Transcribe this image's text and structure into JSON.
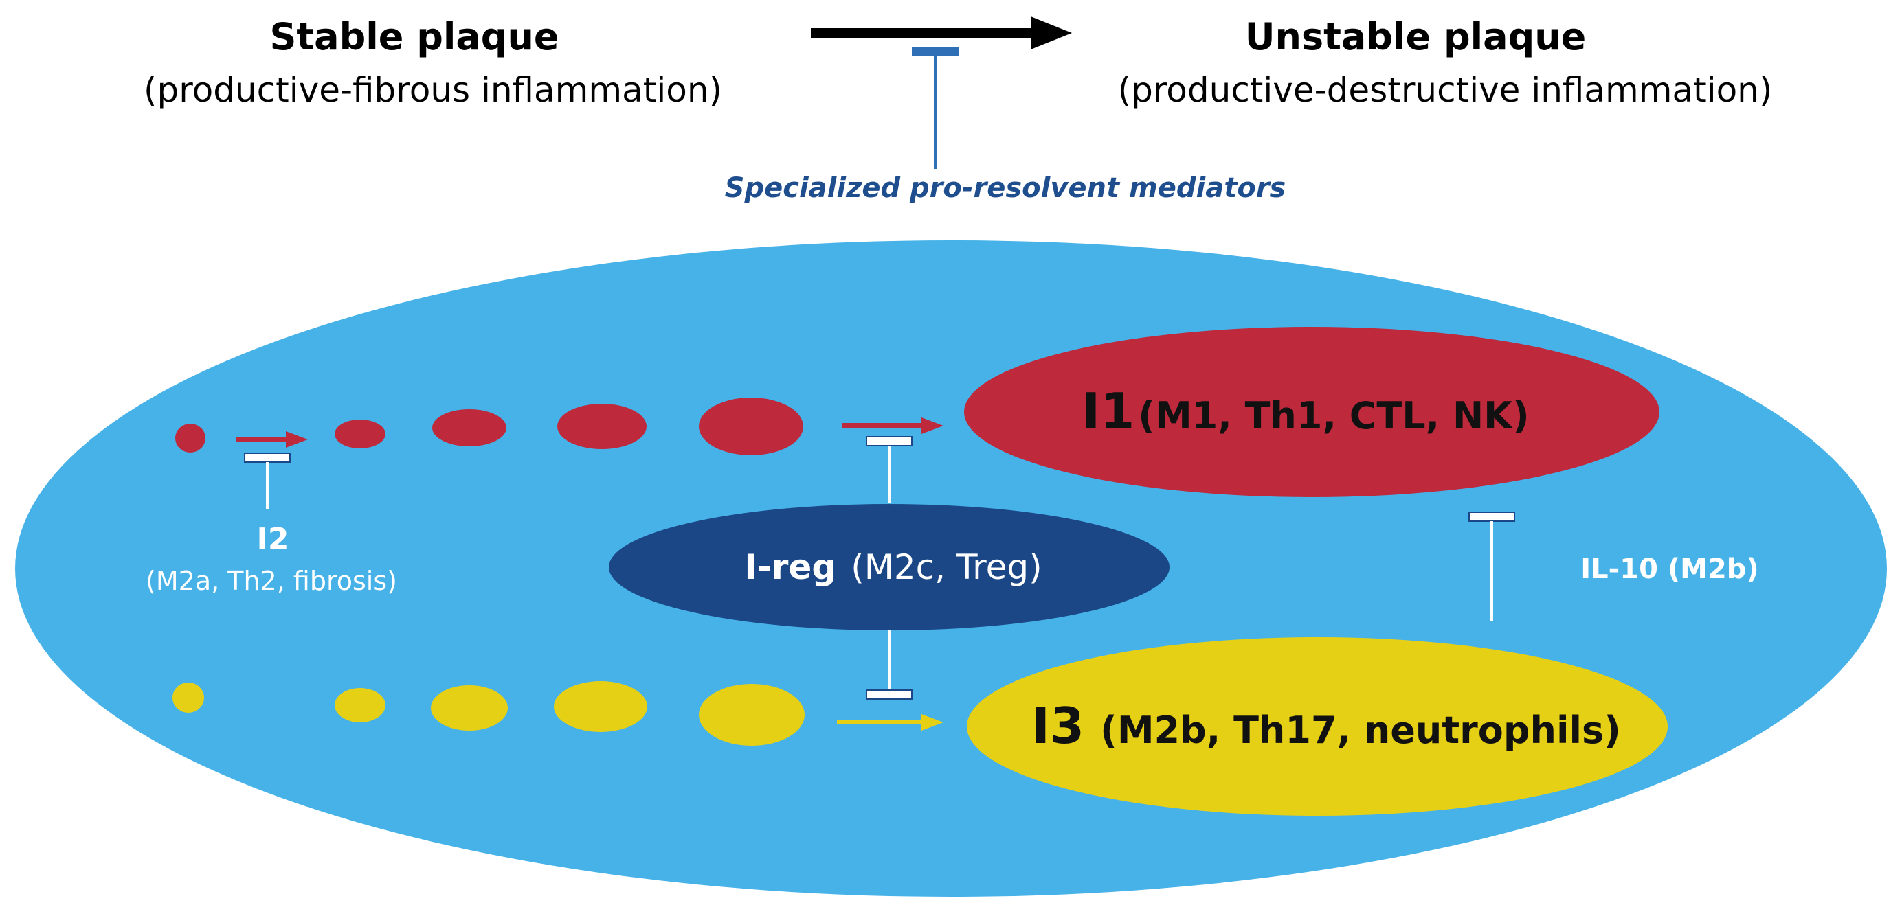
{
  "header": {
    "stable_title": "Stable plaque",
    "stable_subtitle": "(productive-fibrous inflammation)",
    "unstable_title": "Unstable plaque",
    "unstable_subtitle": "(productive-destructive inflammation)",
    "mediators_label": "Specialized pro-resolvent mediators"
  },
  "nodes": {
    "i1": {
      "name": "I1",
      "cells": "(M1, Th1, CTL, NK)"
    },
    "i3": {
      "name": "I3",
      "cells": "(M2b, Th17, neutrophils)"
    },
    "ireg": {
      "name": "I-reg",
      "cells": "(M2c, Treg)"
    },
    "i2": {
      "name": "I2",
      "cells": "(M2a, Th2, fibrosis)"
    },
    "il10": {
      "label": "IL-10 (M2b)"
    }
  },
  "colors": {
    "background_ellipse": "#47b2e8",
    "i1_red": "#be293c",
    "i3_yellow": "#e6d015",
    "ireg_navy": "#1b4787",
    "mediators_blue": "#1f4e8f",
    "inhibitor_blue": "#2f6fb6",
    "white_inhibitor": "#ffffff",
    "main_arrow": "#000000"
  }
}
